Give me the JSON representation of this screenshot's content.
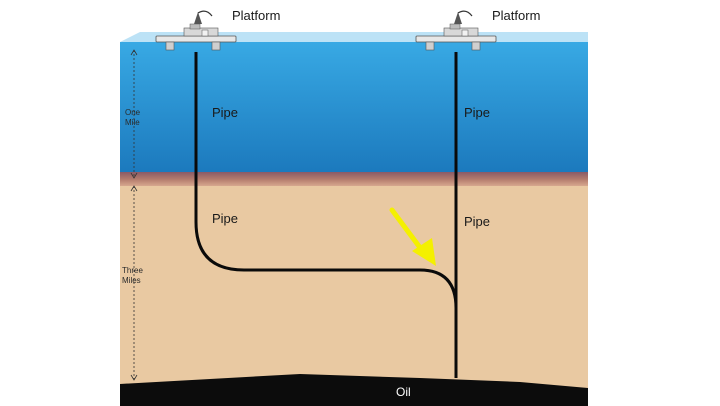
{
  "labels": {
    "platform_left": "Platform",
    "platform_right": "Platform",
    "pipe_water_left": "Pipe",
    "pipe_water_right": "Pipe",
    "pipe_ground_left": "Pipe",
    "pipe_ground_right": "Pipe",
    "oil": "Oil"
  },
  "scale": {
    "one_line1": "One",
    "one_line2": "Mile",
    "three_line1": "Three",
    "three_line2": "Miles"
  },
  "colors": {
    "water_top": "#2e9fdc",
    "water_bottom": "#1f7fc0",
    "seabed": "#b07a6e",
    "sediment": "#e9c9a2",
    "oil": "#0c0c0c",
    "pipe": "#0a0a0a",
    "arrow": "#f4f000"
  }
}
